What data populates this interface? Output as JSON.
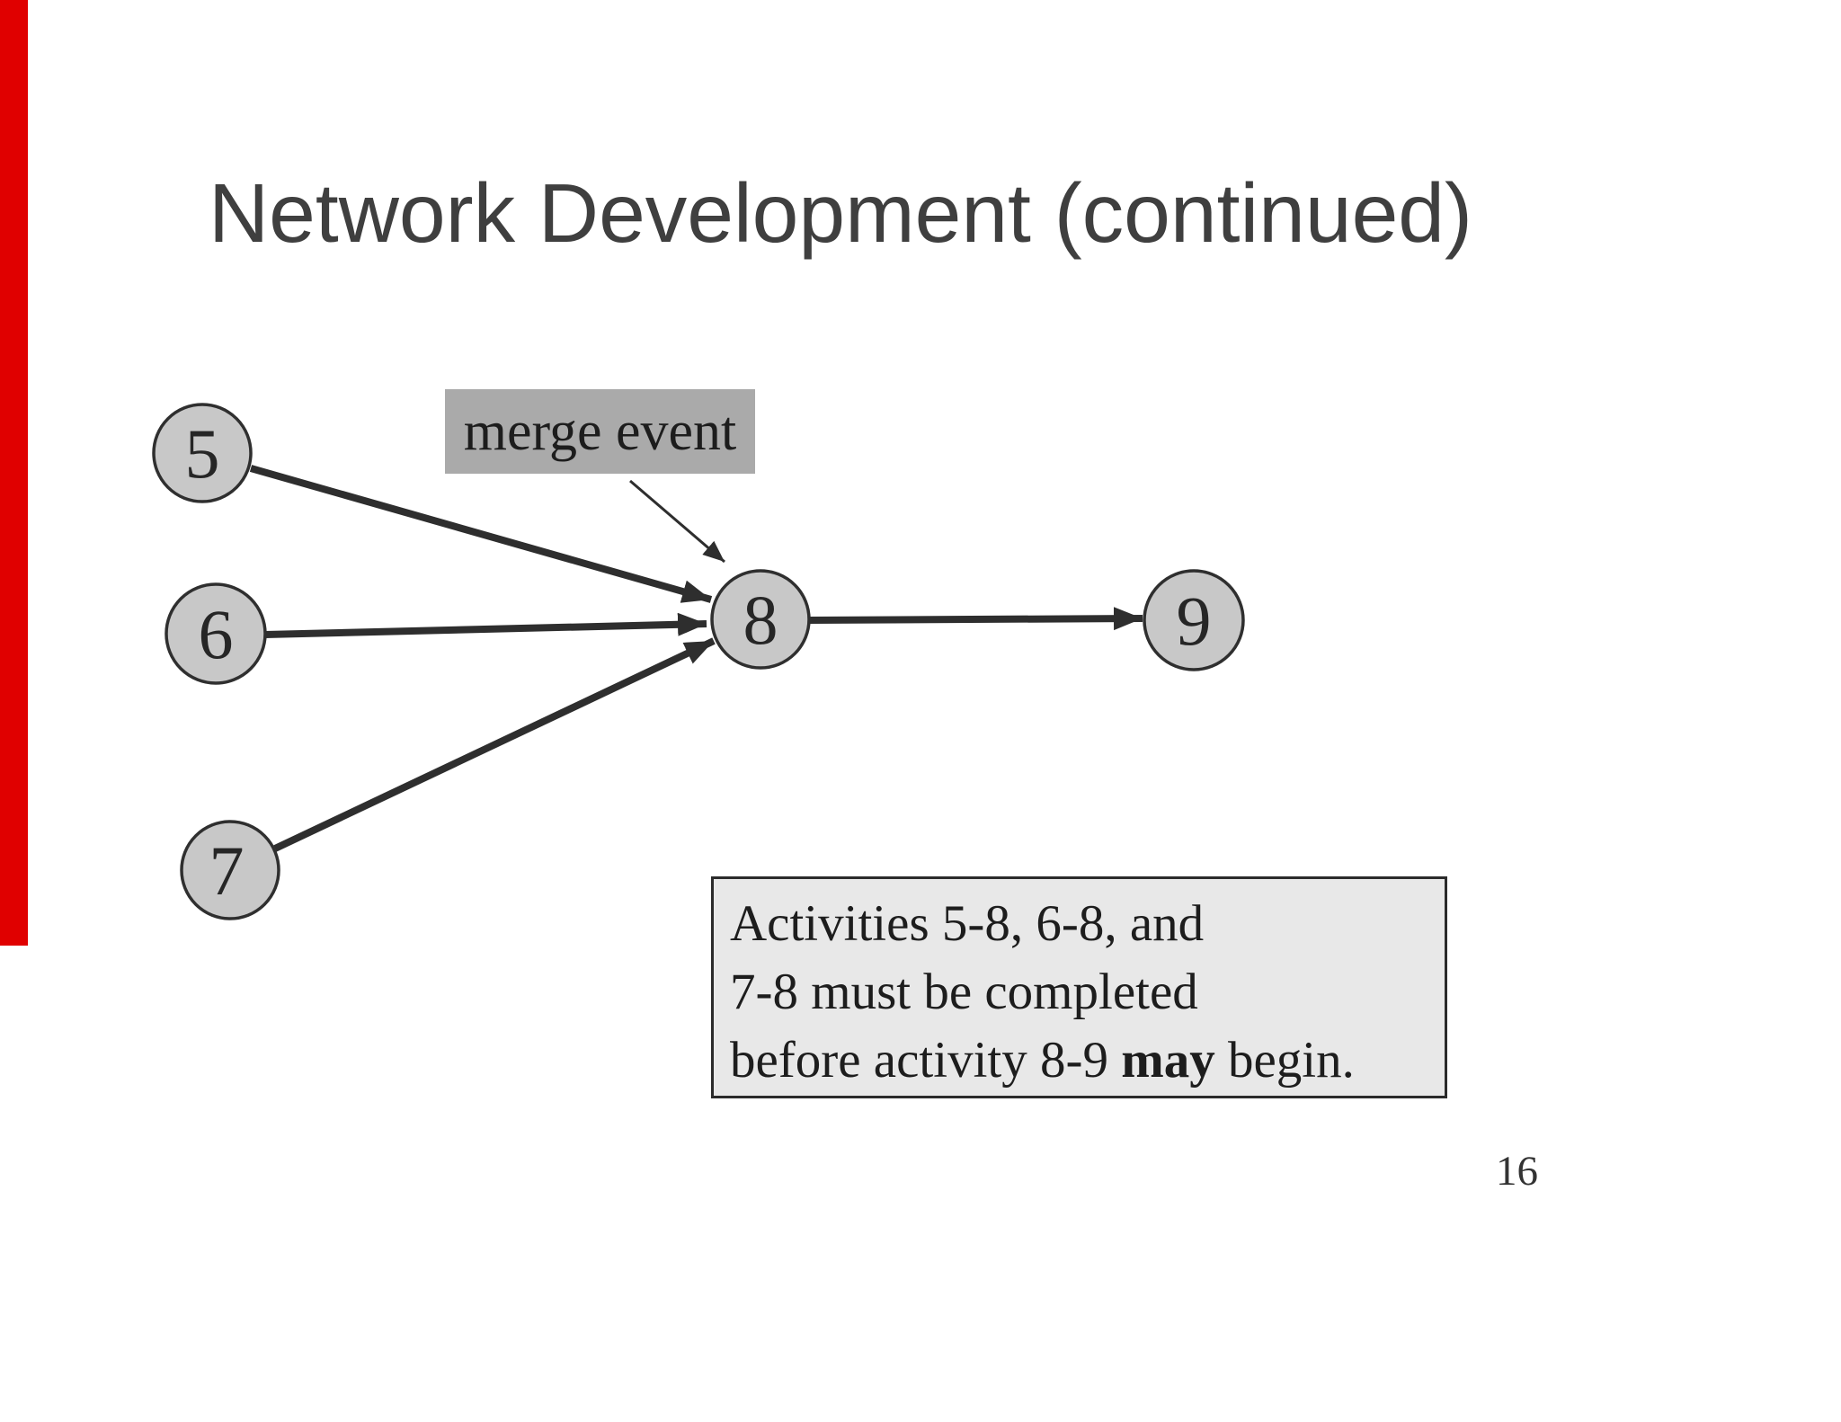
{
  "slide": {
    "title": "Network Development (continued)",
    "page_number": "16"
  },
  "diagram": {
    "merge_label": "merge event",
    "nodes": [
      {
        "id": "5",
        "label": "5"
      },
      {
        "id": "6",
        "label": "6"
      },
      {
        "id": "7",
        "label": "7"
      },
      {
        "id": "8",
        "label": "8"
      },
      {
        "id": "9",
        "label": "9"
      }
    ],
    "edges": [
      {
        "from": "5",
        "to": "8"
      },
      {
        "from": "6",
        "to": "8"
      },
      {
        "from": "7",
        "to": "8"
      },
      {
        "from": "8",
        "to": "9"
      }
    ]
  },
  "note_box": {
    "line1": "Activities 5-8, 6-8, and",
    "line2": "7-8 must be completed",
    "line3_before": "before activity 8-9 ",
    "line3_bold": "may",
    "line3_after": " begin."
  },
  "colors": {
    "accent_bar": "#e00000",
    "node_fill": "#c8c8c8",
    "node_stroke": "#2f2f2f",
    "merge_box_fill": "#aaaaaa",
    "note_box_fill": "#e8e8e8",
    "note_box_border": "#2b2b2b",
    "arrow": "#2e2e2e",
    "title_text": "#3f3f3f"
  }
}
